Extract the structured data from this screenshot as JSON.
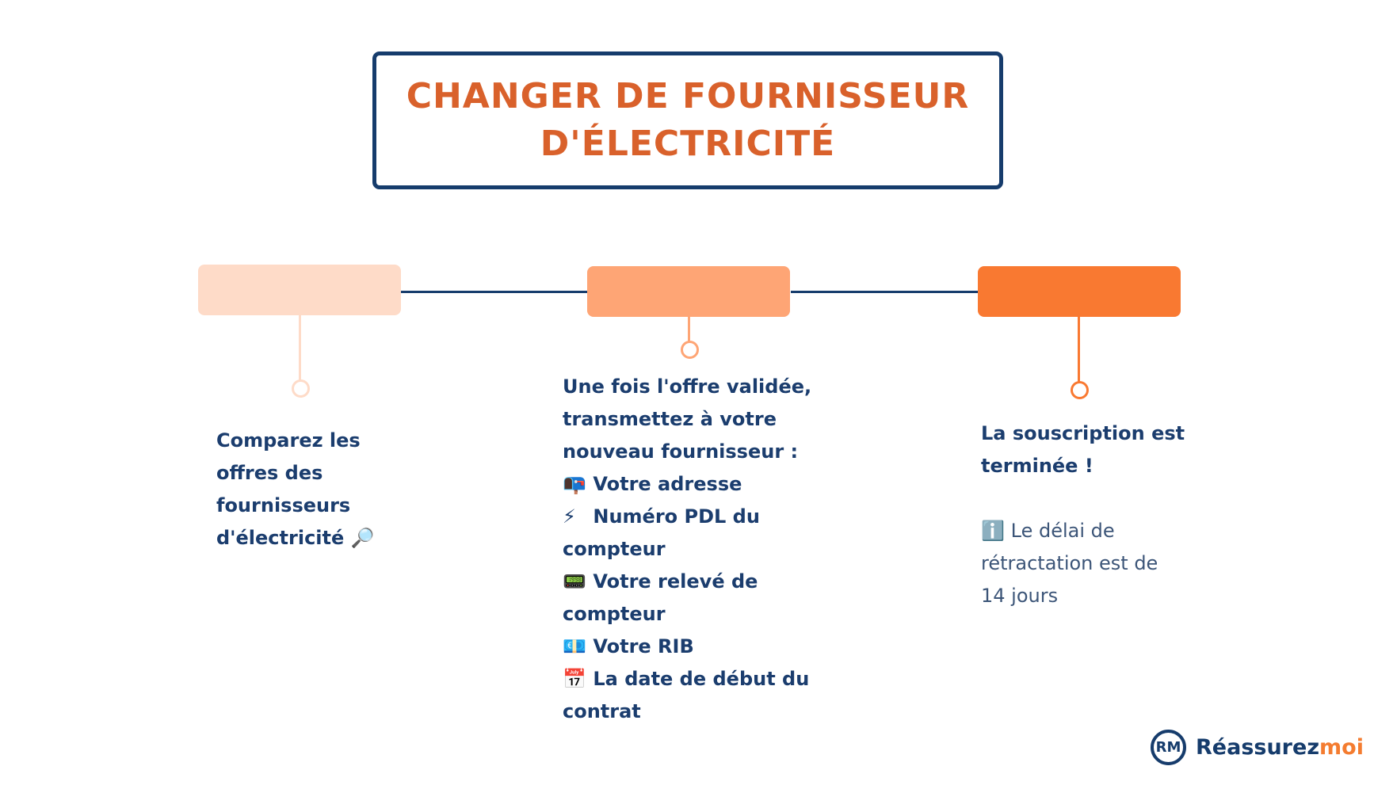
{
  "title": {
    "line1": "CHANGER DE FOURNISSEUR",
    "line2": "D'ÉLECTRICITÉ"
  },
  "colors": {
    "step1": "#fedbc8",
    "step2": "#fea575",
    "step3": "#f97931",
    "navy": "#163c6c",
    "title_orange": "#d9612b"
  },
  "steps": [
    {
      "lines": [
        "Comparez les",
        "offres des",
        "fournisseurs",
        "d'électricité 🔎"
      ]
    },
    {
      "intro": [
        "Une fois l'offre validée,",
        "transmettez à votre",
        "nouveau fournisseur :"
      ],
      "items": [
        {
          "icon": "📭",
          "text": "Votre adresse",
          "cont": ""
        },
        {
          "icon": "⚡",
          "text": "Numéro PDL du",
          "cont": "compteur"
        },
        {
          "icon": "📟",
          "text": "Votre relevé de",
          "cont": "compteur"
        },
        {
          "icon": "💶",
          "text": "Votre RIB",
          "cont": ""
        },
        {
          "icon": "📅",
          "text": "La date de début du",
          "cont": "contrat"
        }
      ]
    },
    {
      "lines": [
        "La souscription est",
        "terminée !"
      ],
      "note_icon": "ℹ️",
      "note": [
        "Le délai de",
        "rétractation est de",
        "14 jours"
      ]
    }
  ],
  "logo": {
    "mark": "RM",
    "name": "Réassurez",
    "accent": "moi"
  }
}
